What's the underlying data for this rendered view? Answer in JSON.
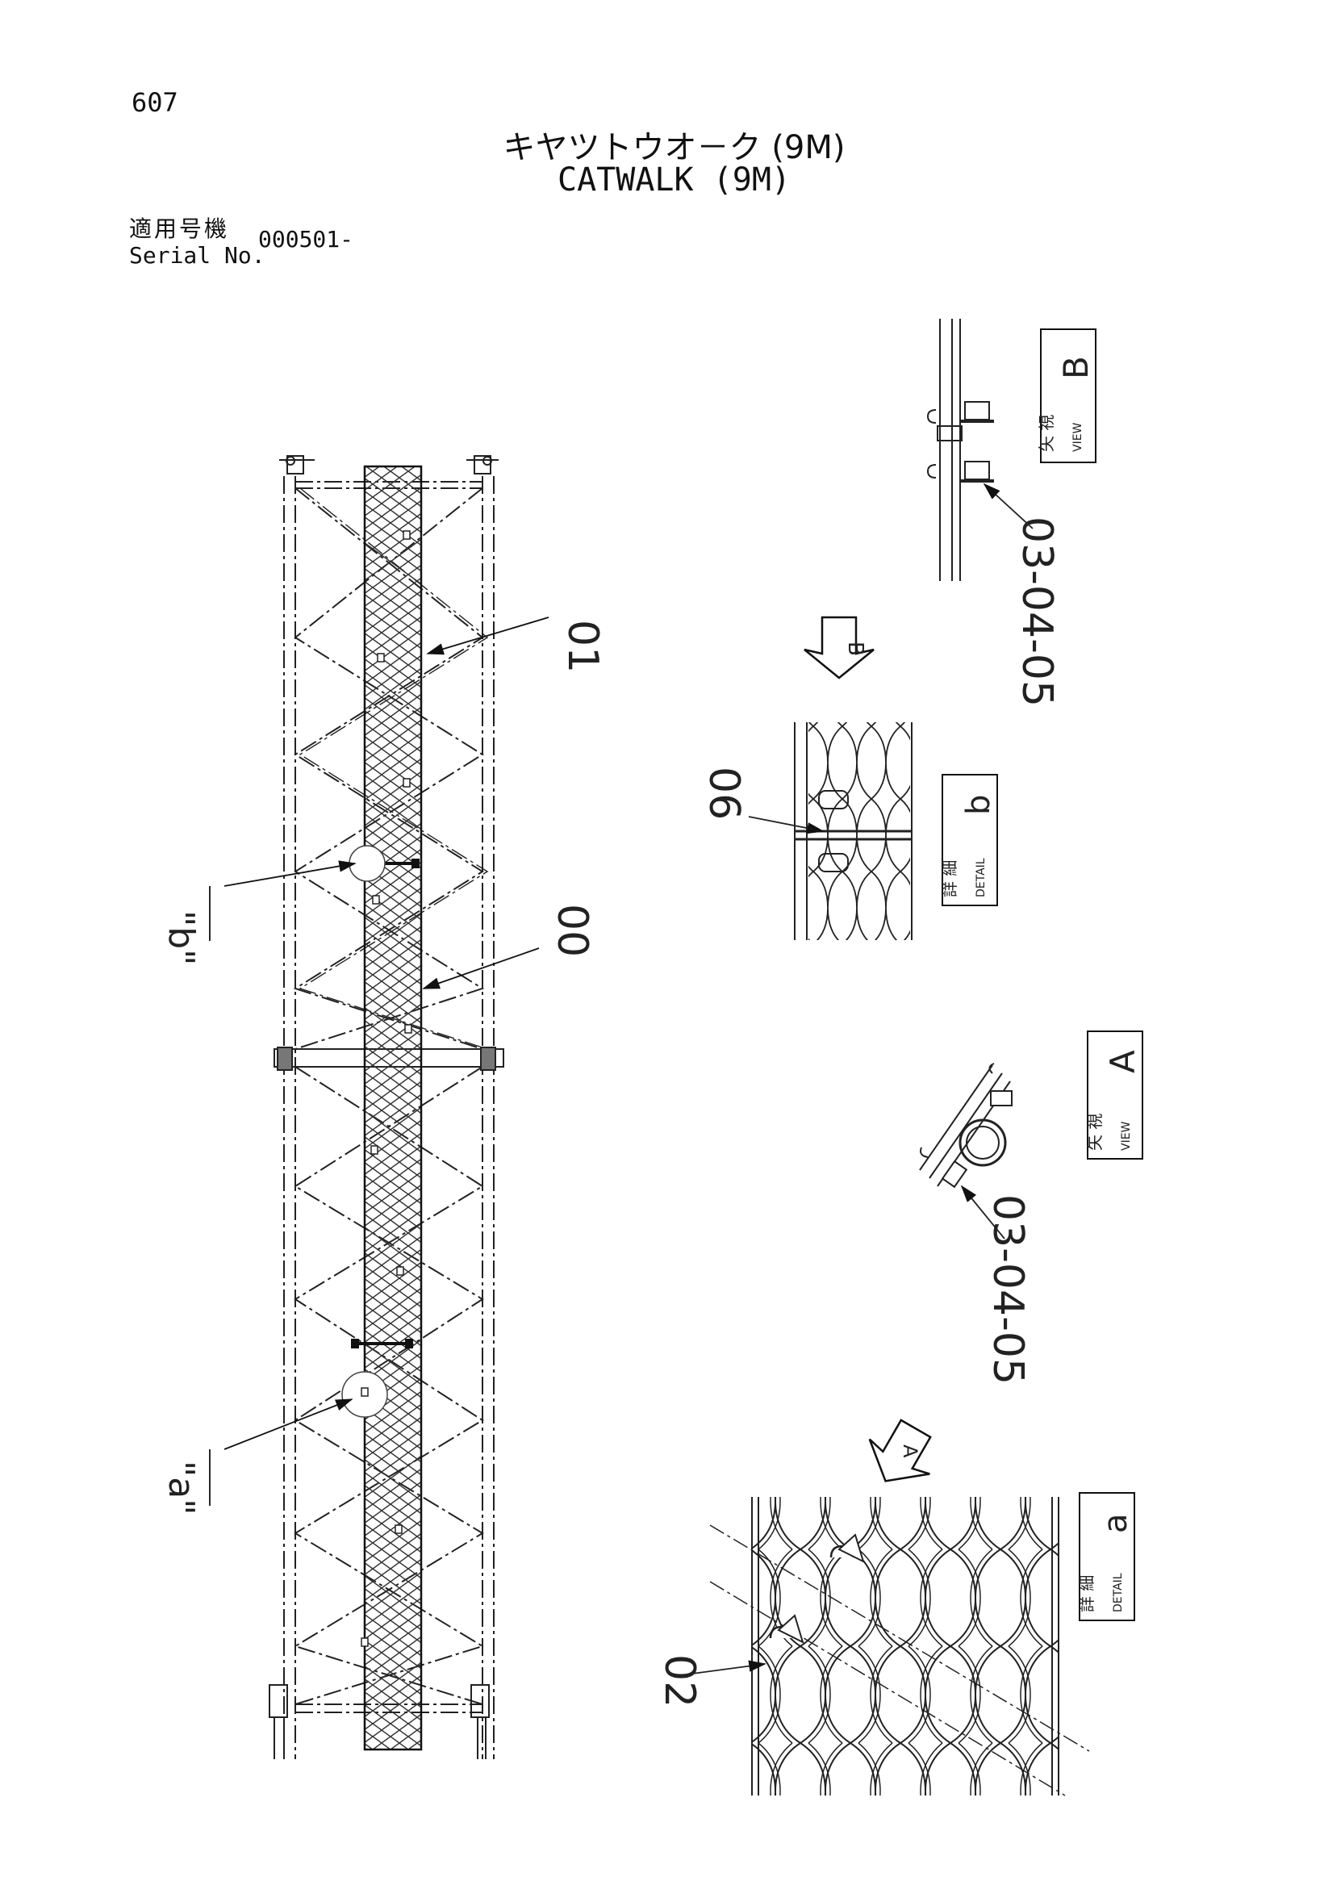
{
  "header": {
    "page_number": "607",
    "title_jp": "キヤツトウオ－ク (9M)",
    "title_en": "CATWALK (9M)",
    "serial_label_jp": "適用号機",
    "serial_label_en": "Serial No.",
    "serial_value": "000501-"
  },
  "callouts": {
    "part_01": "01",
    "part_00": "00",
    "part_06": "06",
    "part_02": "02",
    "detail_b_ref": "\"b\"",
    "detail_a_ref": "\"a\"",
    "part_view_b": "03-04-05",
    "part_view_a": "03-04-05"
  },
  "boxes": {
    "view_b": {
      "jp": "矢 視",
      "en": "VIEW",
      "letter": "B"
    },
    "detail_b": {
      "jp": "詳 細",
      "en": "DETAIL",
      "letter": "b"
    },
    "view_a": {
      "jp": "矢 視",
      "en": "VIEW",
      "letter": "A"
    },
    "detail_a": {
      "jp": "詳 細",
      "en": "DETAIL",
      "letter": "a"
    }
  },
  "arrows": {
    "arrow_b": "B",
    "arrow_a": "A"
  }
}
